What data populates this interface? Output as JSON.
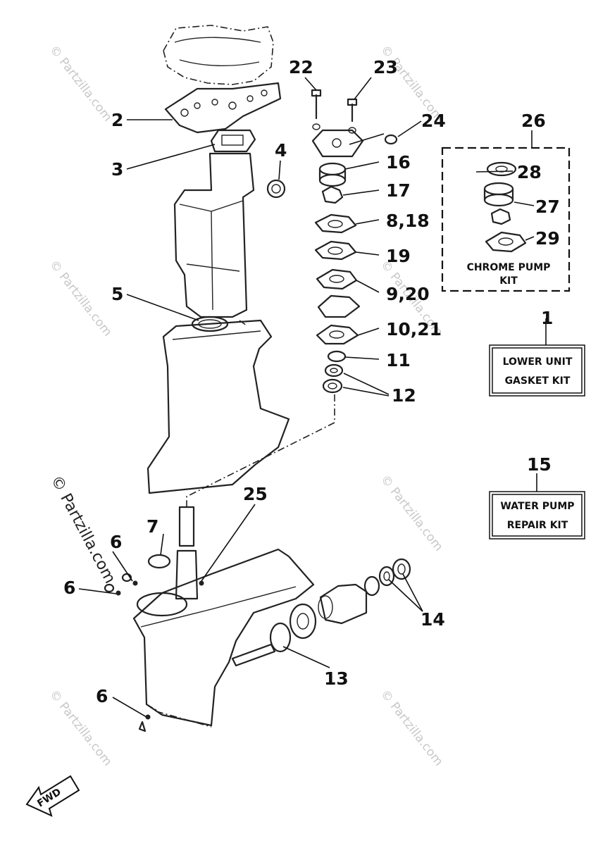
{
  "diagram": {
    "callouts": [
      {
        "id": "c2",
        "label": "2"
      },
      {
        "id": "c3",
        "label": "3"
      },
      {
        "id": "c4",
        "label": "4"
      },
      {
        "id": "c5",
        "label": "5"
      },
      {
        "id": "c6a",
        "label": "6"
      },
      {
        "id": "c6b",
        "label": "6"
      },
      {
        "id": "c6c",
        "label": "6"
      },
      {
        "id": "c7",
        "label": "7"
      },
      {
        "id": "c8_18",
        "label": "8,18"
      },
      {
        "id": "c9_20",
        "label": "9,20"
      },
      {
        "id": "c10_21",
        "label": "10,21"
      },
      {
        "id": "c11",
        "label": "11"
      },
      {
        "id": "c12",
        "label": "12"
      },
      {
        "id": "c13",
        "label": "13"
      },
      {
        "id": "c14",
        "label": "14"
      },
      {
        "id": "c16",
        "label": "16"
      },
      {
        "id": "c17",
        "label": "17"
      },
      {
        "id": "c19",
        "label": "19"
      },
      {
        "id": "c22",
        "label": "22"
      },
      {
        "id": "c23",
        "label": "23"
      },
      {
        "id": "c24",
        "label": "24"
      },
      {
        "id": "c25",
        "label": "25"
      },
      {
        "id": "c26",
        "label": "26"
      },
      {
        "id": "c27",
        "label": "27"
      },
      {
        "id": "c28",
        "label": "28"
      },
      {
        "id": "c29",
        "label": "29"
      },
      {
        "id": "c1",
        "label": "1"
      },
      {
        "id": "c15",
        "label": "15"
      }
    ],
    "chrome_kit": {
      "line1": "CHROME PUMP",
      "line2": "KIT"
    },
    "kit_boxes": {
      "lower_unit": {
        "line1": "LOWER UNIT",
        "line2": "GASKET KIT"
      },
      "water_pump": {
        "line1": "WATER PUMP",
        "line2": "REPAIR KIT"
      }
    },
    "fwd_label": "FWD",
    "watermark": "© Partzilla.com"
  }
}
